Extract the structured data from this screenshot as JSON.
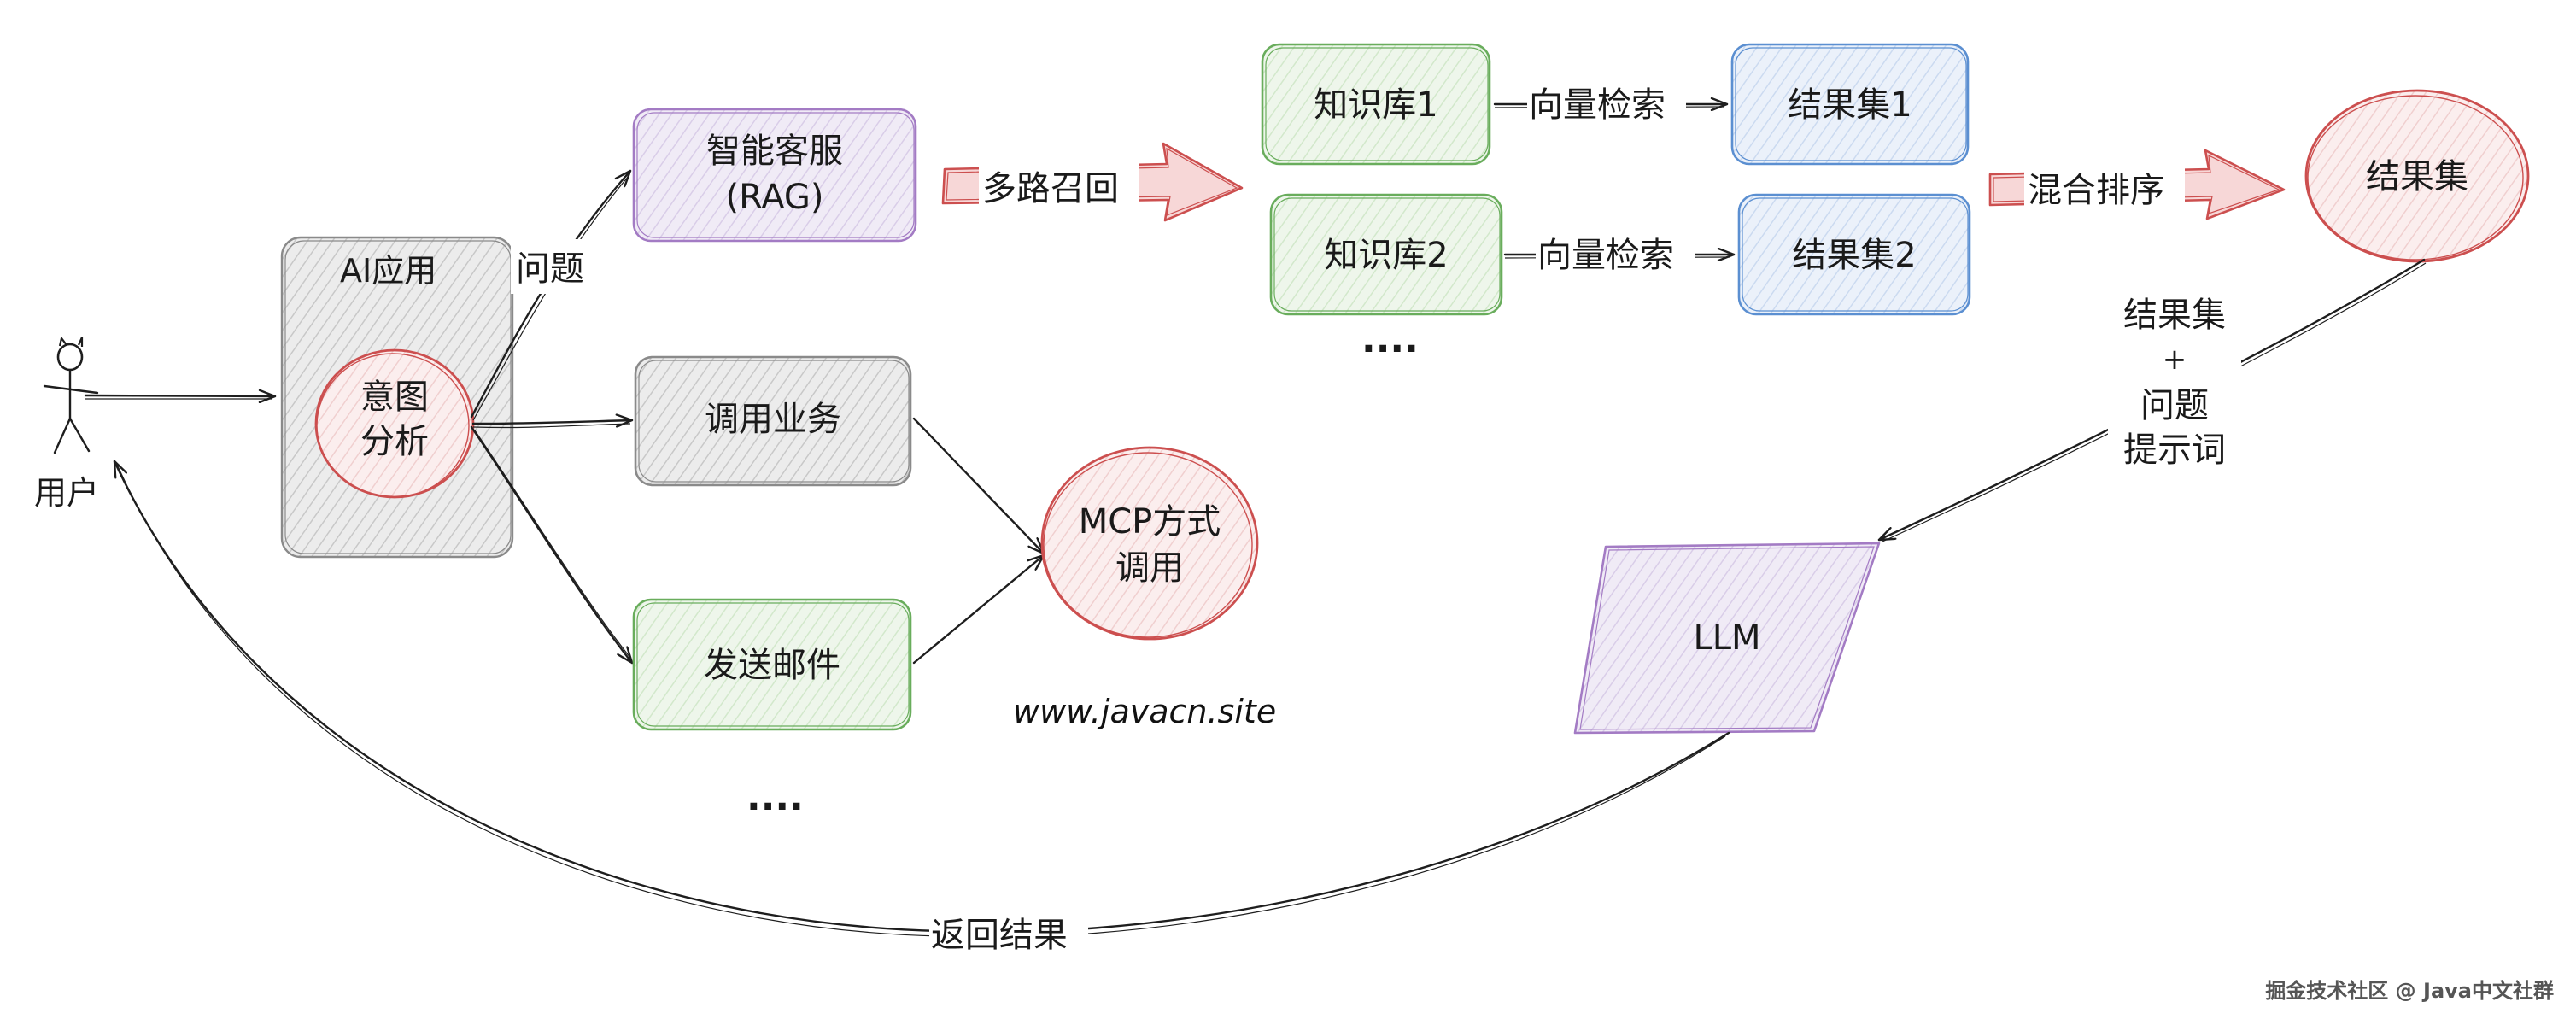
{
  "nodes": {
    "user": "用户",
    "ai_app": "AI应用",
    "intent": [
      "意图",
      "分析"
    ],
    "rag": [
      "智能客服",
      "(RAG)"
    ],
    "call_biz": "调用业务",
    "send_mail": "发送邮件",
    "mcp": [
      "MCP方式",
      "调用"
    ],
    "kb1": "知识库1",
    "kb2": "知识库2",
    "rs1": "结果集1",
    "rs2": "结果集2",
    "rs_final": "结果集",
    "llm": "LLM"
  },
  "edges": {
    "question": "问题",
    "multi_recall": "多路召回",
    "vector_search_1": "向量检索",
    "vector_search_2": "向量检索",
    "hybrid_sort": "混合排序",
    "prompt": [
      "结果集",
      "+",
      "问题",
      "提示词"
    ],
    "return": "返回结果"
  },
  "ellipsis": {
    "kb": "....",
    "branches": "...."
  },
  "site": "www.javacn.site",
  "watermark": "掘金技术社区 @ Java中文社群",
  "colors": {
    "gray": "#9a9a9a",
    "gray_fill": "#d8d8d8",
    "purple": "#a37bc4",
    "purple_fill": "#e8e0f0",
    "green": "#69ad5c",
    "green_fill": "#e3f0de",
    "blue": "#5b8fd1",
    "blue_fill": "#dde7f5",
    "red": "#cc4f4f",
    "red_fill": "#f5dede",
    "arrow_fill": "#f7d7d7"
  }
}
